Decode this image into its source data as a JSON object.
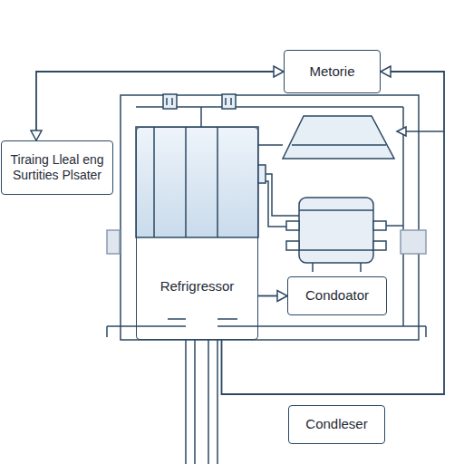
{
  "diagram": {
    "nodes": [
      {
        "text": [
          "Metorie"
        ]
      },
      {
        "text": [
          "Tiraing Lleal eng Surtities Plsater"
        ]
      },
      {
        "text": [
          "Refrigressor"
        ]
      },
      {
        "text": [
          "Condoator"
        ]
      },
      {
        "text": [
          "Condleser"
        ]
      }
    ],
    "edges": [
      {
        "from": 1,
        "to": 0,
        "arrow": "both"
      },
      {
        "from": 2,
        "to": 3,
        "arrow": "to"
      },
      {
        "from": 2,
        "to": 0,
        "arrow": "to"
      }
    ]
  }
}
